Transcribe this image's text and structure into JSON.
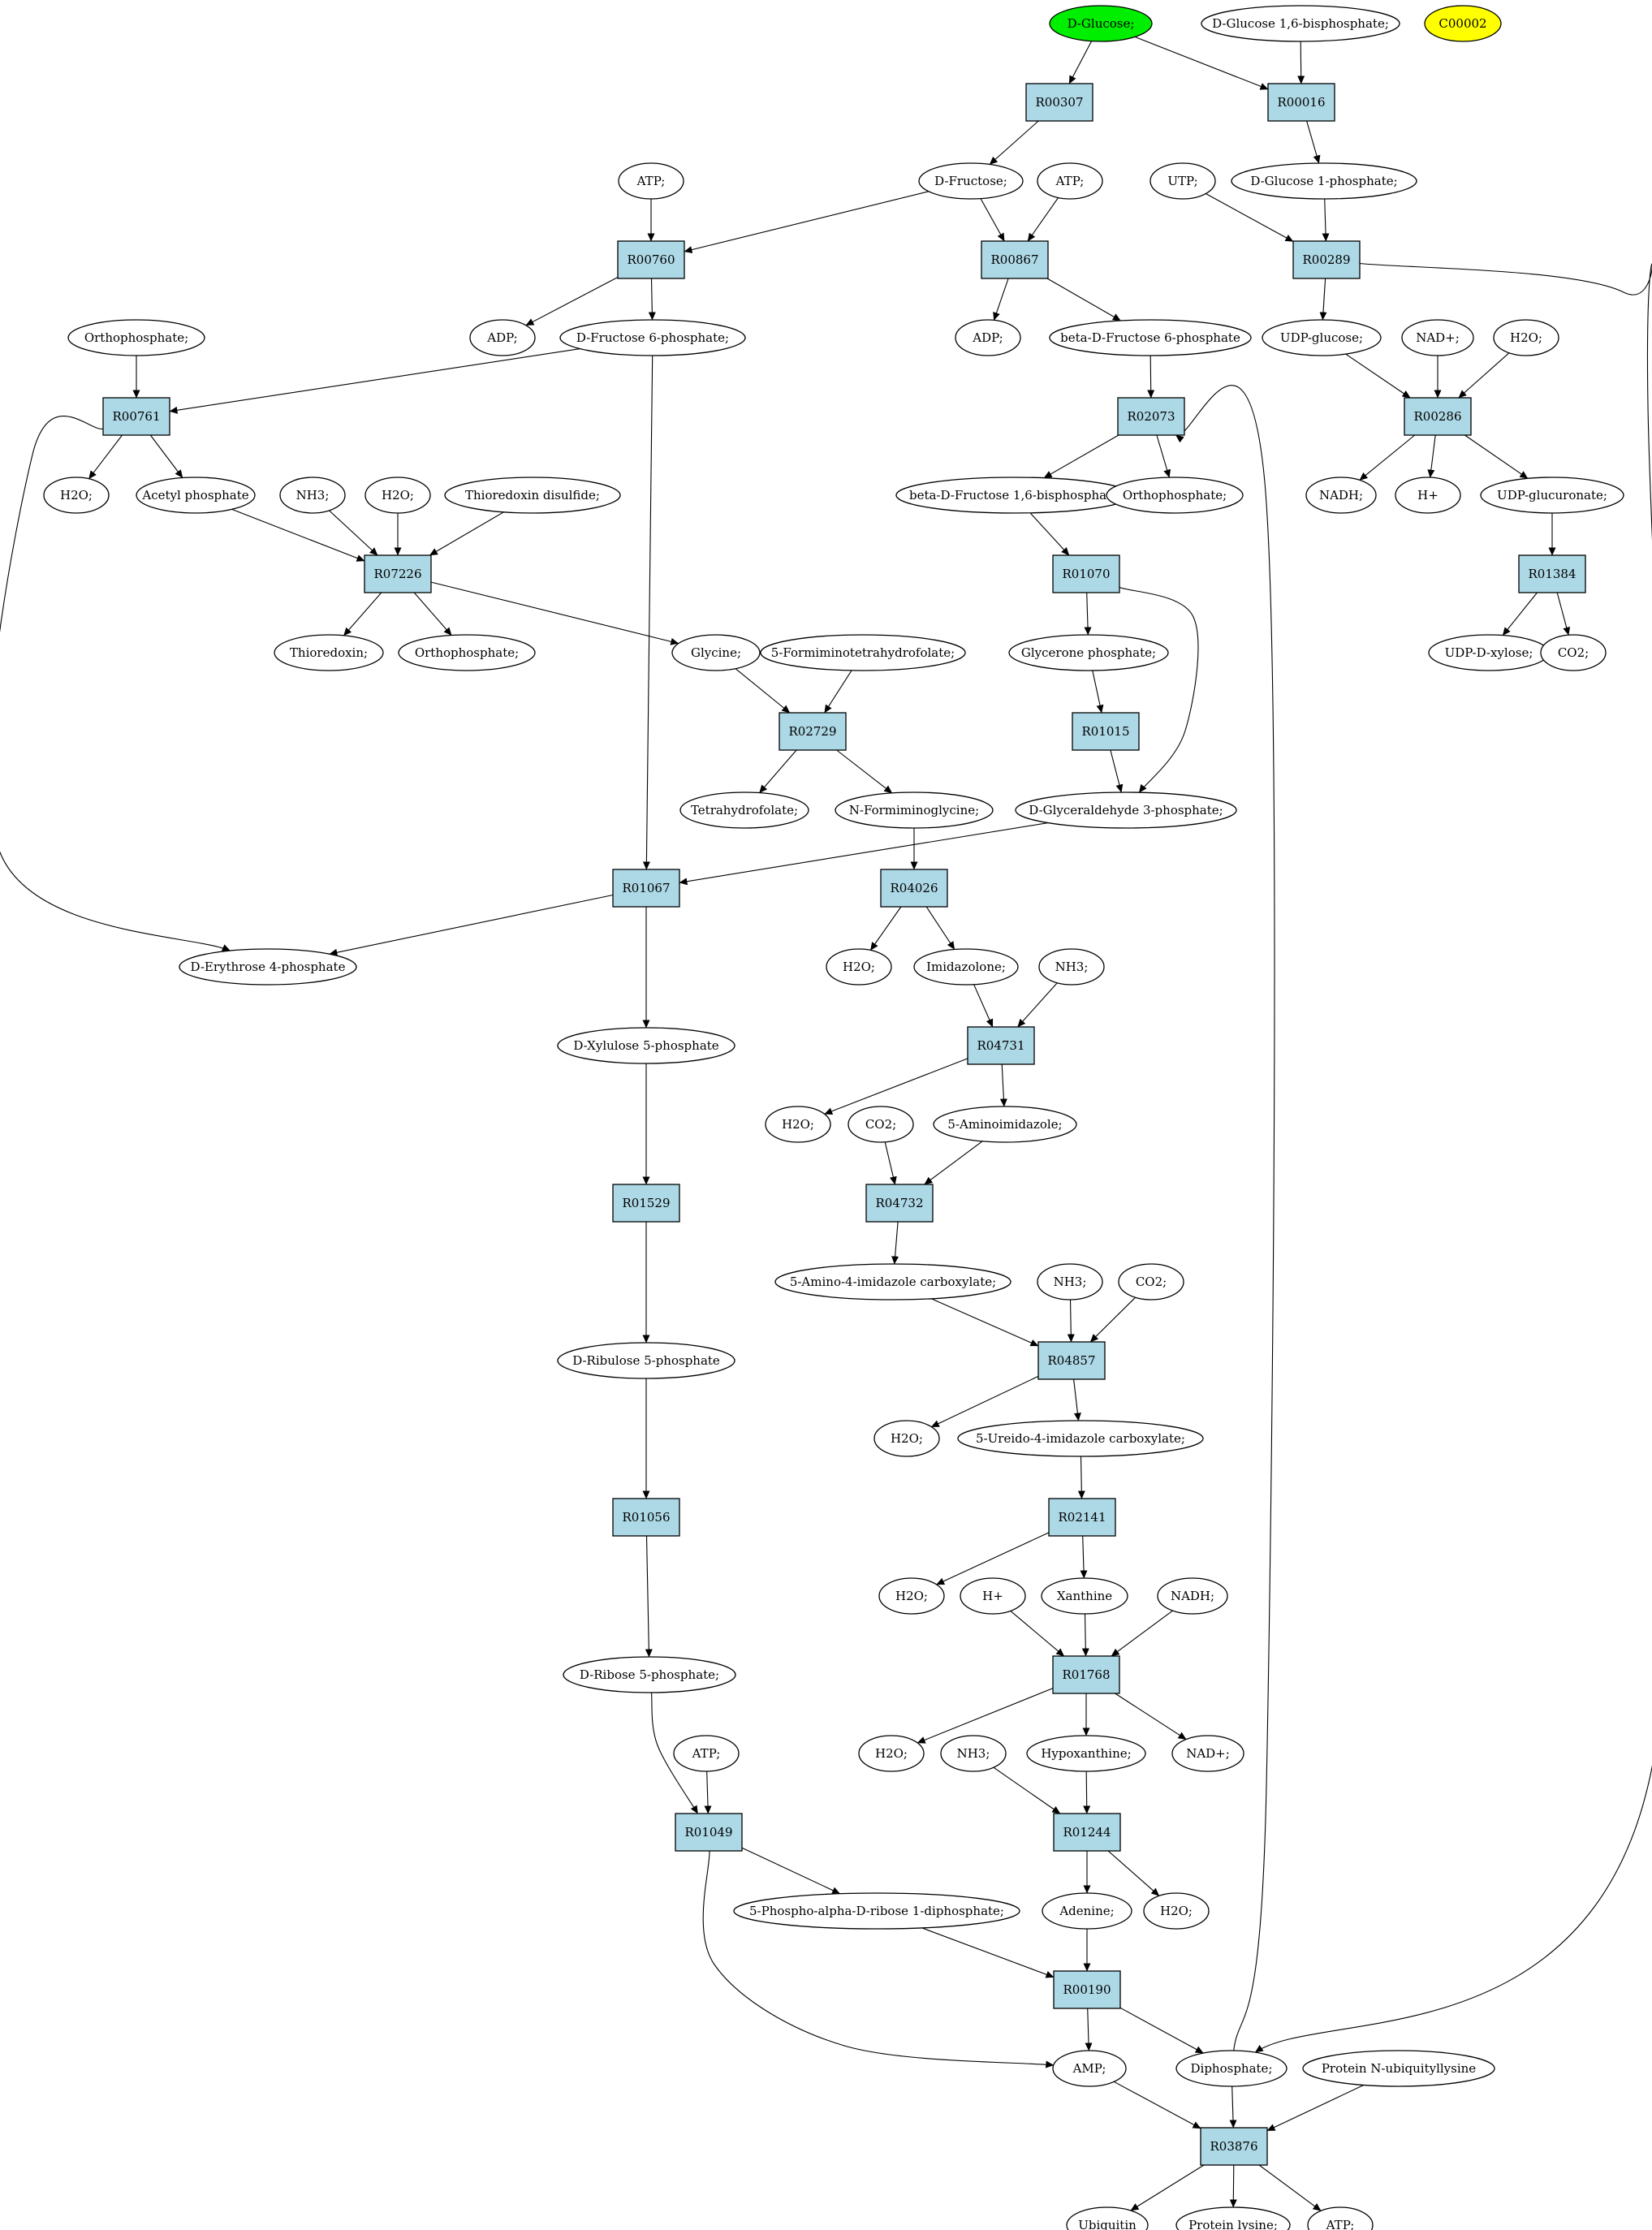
{
  "nodes": {
    "dglucose": {
      "label": "D-Glucose;",
      "fill": "#00ee00"
    },
    "dgluc16bp": {
      "label": "D-Glucose 1,6-bisphosphate;"
    },
    "c00002": {
      "label": "C00002",
      "fill": "#ffff00"
    },
    "r00307": {
      "label": "R00307"
    },
    "r00016": {
      "label": "R00016"
    },
    "atp1": {
      "label": "ATP;"
    },
    "dfructose": {
      "label": "D-Fructose;"
    },
    "atp2": {
      "label": "ATP;"
    },
    "utp": {
      "label": "UTP;"
    },
    "dgluc1p": {
      "label": "D-Glucose 1-phosphate;"
    },
    "r00760": {
      "label": "R00760"
    },
    "r00867": {
      "label": "R00867"
    },
    "r00289": {
      "label": "R00289"
    },
    "orthophosphate1": {
      "label": "Orthophosphate;"
    },
    "adp1": {
      "label": "ADP;"
    },
    "dfru6p": {
      "label": "D-Fructose 6-phosphate;"
    },
    "adp2": {
      "label": "ADP;"
    },
    "betafru6p": {
      "label": "beta-D-Fructose 6-phosphate"
    },
    "udpglucose": {
      "label": "UDP-glucose;"
    },
    "nadplus1": {
      "label": "NAD+;"
    },
    "h2o_a": {
      "label": "H2O;"
    },
    "r00761": {
      "label": "R00761"
    },
    "r02073": {
      "label": "R02073"
    },
    "r00286": {
      "label": "R00286"
    },
    "h2o_b": {
      "label": "H2O;"
    },
    "acetylphosphate": {
      "label": "Acetyl phosphate"
    },
    "nh3_a": {
      "label": "NH3;"
    },
    "h2o_c": {
      "label": "H2O;"
    },
    "thioredoxindisulfide": {
      "label": "Thioredoxin disulfide;"
    },
    "betafru16bp": {
      "label": "beta-D-Fructose 1,6-bisphosphate"
    },
    "orthophosphate2": {
      "label": "Orthophosphate;"
    },
    "nadh1": {
      "label": "NADH;"
    },
    "hplus1": {
      "label": "H+"
    },
    "udpglucuronate": {
      "label": "UDP-glucuronate;"
    },
    "r07226": {
      "label": "R07226"
    },
    "r01070": {
      "label": "R01070"
    },
    "r01384": {
      "label": "R01384"
    },
    "thioredoxin": {
      "label": "Thioredoxin;"
    },
    "orthophosphate3": {
      "label": "Orthophosphate;"
    },
    "glycine": {
      "label": "Glycine;"
    },
    "formiminothf": {
      "label": "5-Formiminotetrahydrofolate;"
    },
    "glyceronephosphate": {
      "label": "Glycerone phosphate;"
    },
    "udpxylose": {
      "label": "UDP-D-xylose;"
    },
    "co2_a": {
      "label": "CO2;"
    },
    "r02729": {
      "label": "R02729"
    },
    "r01015": {
      "label": "R01015"
    },
    "tetrahydrofolate": {
      "label": "Tetrahydrofolate;"
    },
    "nformiminoglycine": {
      "label": "N-Formiminoglycine;"
    },
    "dglyceraldehyde3p": {
      "label": "D-Glyceraldehyde 3-phosphate;"
    },
    "r01067": {
      "label": "R01067"
    },
    "r04026": {
      "label": "R04026"
    },
    "derythrose4p": {
      "label": "D-Erythrose 4-phosphate"
    },
    "h2o_d": {
      "label": "H2O;"
    },
    "imidazolone": {
      "label": "Imidazolone;"
    },
    "nh3_b": {
      "label": "NH3;"
    },
    "dxylulose5p": {
      "label": "D-Xylulose 5-phosphate"
    },
    "r04731": {
      "label": "R04731"
    },
    "h2o_e": {
      "label": "H2O;"
    },
    "co2_b": {
      "label": "CO2;"
    },
    "aminoimidazole": {
      "label": "5-Aminoimidazole;"
    },
    "r01529": {
      "label": "R01529"
    },
    "r04732": {
      "label": "R04732"
    },
    "aminoimidazolecarboxylate": {
      "label": "5-Amino-4-imidazole carboxylate;"
    },
    "nh3_c": {
      "label": "NH3;"
    },
    "co2_c": {
      "label": "CO2;"
    },
    "dribulose5p": {
      "label": "D-Ribulose 5-phosphate"
    },
    "r04857": {
      "label": "R04857"
    },
    "h2o_f": {
      "label": "H2O;"
    },
    "ureidoimidazolecarboxylate": {
      "label": "5-Ureido-4-imidazole carboxylate;"
    },
    "r01056": {
      "label": "R01056"
    },
    "r02141": {
      "label": "R02141"
    },
    "h2o_g": {
      "label": "H2O;"
    },
    "hplus2": {
      "label": "H+"
    },
    "xanthine": {
      "label": "Xanthine"
    },
    "nadh2": {
      "label": "NADH;"
    },
    "dribose5p": {
      "label": "D-Ribose 5-phosphate;"
    },
    "r01768": {
      "label": "R01768"
    },
    "atp3": {
      "label": "ATP;"
    },
    "h2o_h": {
      "label": "H2O;"
    },
    "nh3_d": {
      "label": "NH3;"
    },
    "hypoxanthine": {
      "label": "Hypoxanthine;"
    },
    "nadplus2": {
      "label": "NAD+;"
    },
    "r01049": {
      "label": "R01049"
    },
    "r01244": {
      "label": "R01244"
    },
    "prpp": {
      "label": "5-Phospho-alpha-D-ribose 1-diphosphate;"
    },
    "adenine": {
      "label": "Adenine;"
    },
    "h2o_i": {
      "label": "H2O;"
    },
    "r00190": {
      "label": "R00190"
    },
    "amp": {
      "label": "AMP;"
    },
    "diphosphate": {
      "label": "Diphosphate;"
    },
    "proteinnubiq": {
      "label": "Protein N-ubiquityllysine"
    },
    "r03876": {
      "label": "R03876"
    },
    "ubiquitin": {
      "label": "Ubiquitin"
    },
    "proteinlysine": {
      "label": "Protein lysine;"
    },
    "atp4": {
      "label": "ATP;"
    }
  },
  "colors": {
    "reaction_fill": "#add8e6",
    "compound_fill": "#ffffff",
    "outline": "#000000"
  }
}
